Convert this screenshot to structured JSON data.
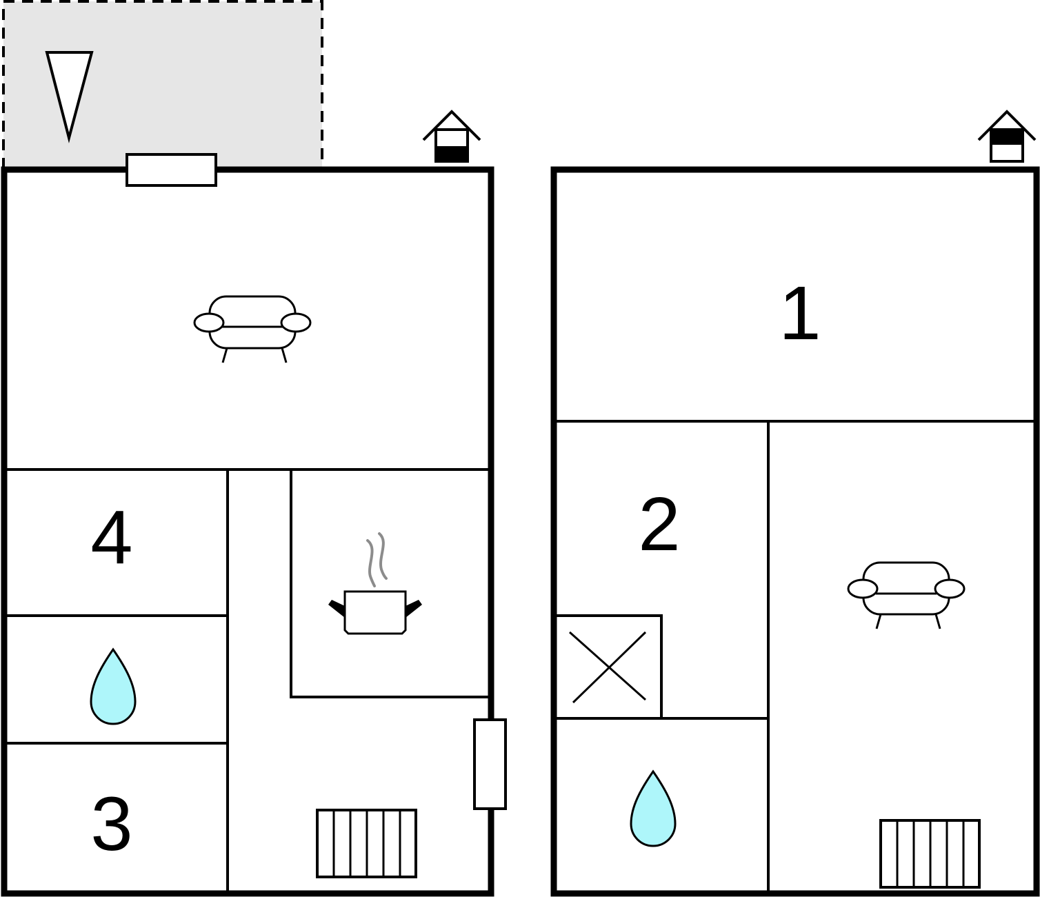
{
  "floorplan": {
    "colors": {
      "walls": "#000000",
      "background": "#ffffff",
      "terrace_fill": "#e6e6e6",
      "water_drop": "#aef6fa",
      "steam": "#8c8c8c"
    },
    "floors": [
      {
        "id": "ground-floor",
        "level_icon": "house-level-ground-icon",
        "rooms": [
          {
            "id": "living-room",
            "icon": "sofa-icon",
            "label": ""
          },
          {
            "id": "bedroom-4",
            "icon": "",
            "label": "4"
          },
          {
            "id": "bathroom",
            "icon": "water-drop-icon",
            "label": ""
          },
          {
            "id": "bedroom-3",
            "icon": "",
            "label": "3"
          },
          {
            "id": "kitchen",
            "icon": "cooking-pot-icon",
            "label": ""
          },
          {
            "id": "hallway",
            "icon": "radiator-icon",
            "label": ""
          }
        ],
        "outdoor": {
          "id": "terrace",
          "icon": "compass-north-icon"
        }
      },
      {
        "id": "upper-floor",
        "level_icon": "house-level-upper-icon",
        "rooms": [
          {
            "id": "bedroom-1",
            "icon": "",
            "label": "1"
          },
          {
            "id": "bedroom-2",
            "icon": "",
            "label": "2"
          },
          {
            "id": "void",
            "icon": "cross-icon",
            "label": ""
          },
          {
            "id": "bathroom",
            "icon": "water-drop-icon",
            "label": ""
          },
          {
            "id": "living-room",
            "icon": "sofa-icon",
            "label": ""
          },
          {
            "id": "radiator-area",
            "icon": "radiator-icon",
            "label": ""
          }
        ]
      }
    ]
  }
}
